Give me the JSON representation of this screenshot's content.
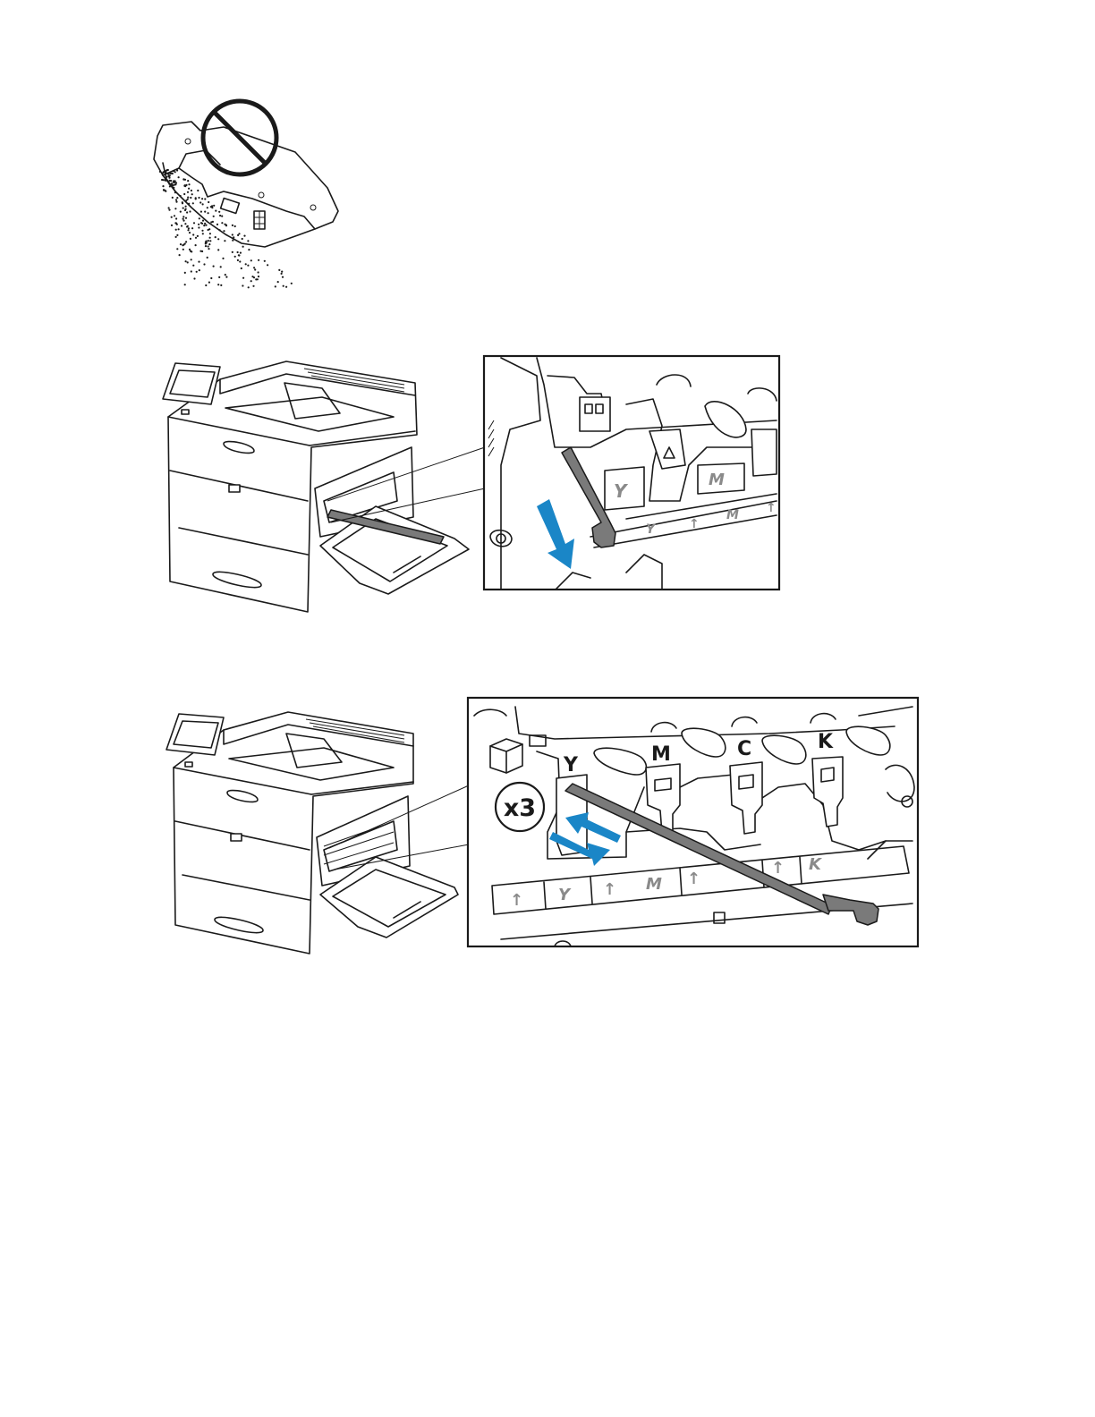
{
  "colors": {
    "arrow_blue": "#1a86c7",
    "line": "#1a1a1a",
    "rod_gray": "#7a7a7a",
    "slot_text": "#8a8a8a"
  },
  "figure1": {
    "icon": "prohibited-icon"
  },
  "figure2": {
    "slot_labels": {
      "y": "Y",
      "y_belt": "Y",
      "m": "M"
    }
  },
  "figure3": {
    "repeat_label": "x3",
    "station_labels": {
      "y": "Y",
      "m": "M",
      "c": "C",
      "k": "K"
    },
    "slot_labels": {
      "y": "Y",
      "m": "M",
      "k": "K"
    }
  }
}
